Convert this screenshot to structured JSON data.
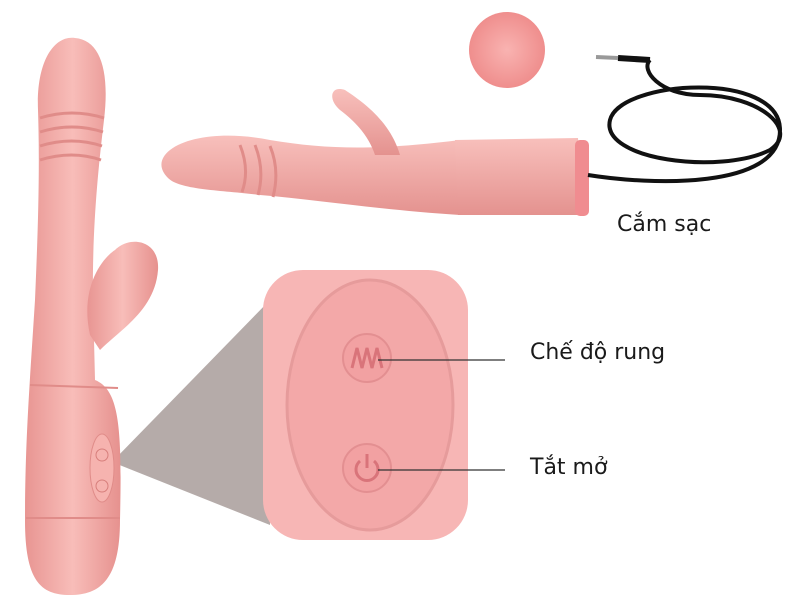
{
  "labels": {
    "charging": "Cắm sạc",
    "vibration_mode": "Chế độ rung",
    "power": "Tắt mở"
  },
  "colors": {
    "body": "#f3a9a6",
    "body_light": "#f8c3bf",
    "body_dark": "#e08f8c",
    "cable": "#111111",
    "shadow": "#a89c9a"
  }
}
